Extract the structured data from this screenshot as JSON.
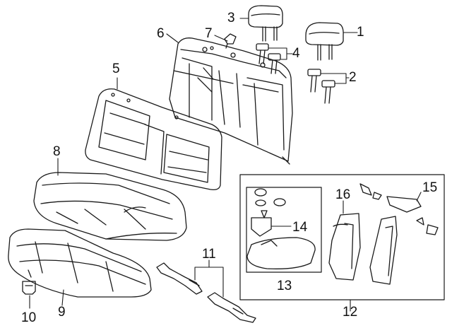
{
  "diagram": {
    "line_color": "#1a1a1a",
    "background": "#ffffff",
    "callouts": [
      {
        "id": "c1",
        "label": "1"
      },
      {
        "id": "c2",
        "label": "2"
      },
      {
        "id": "c3",
        "label": "3"
      },
      {
        "id": "c4",
        "label": "4"
      },
      {
        "id": "c5",
        "label": "5"
      },
      {
        "id": "c6",
        "label": "6"
      },
      {
        "id": "c7",
        "label": "7"
      },
      {
        "id": "c8",
        "label": "8"
      },
      {
        "id": "c9",
        "label": "9"
      },
      {
        "id": "c10",
        "label": "10"
      },
      {
        "id": "c11",
        "label": "11"
      },
      {
        "id": "c12",
        "label": "12"
      },
      {
        "id": "c13",
        "label": "13"
      },
      {
        "id": "c14",
        "label": "14"
      },
      {
        "id": "c15",
        "label": "15"
      },
      {
        "id": "c16",
        "label": "16"
      }
    ]
  }
}
